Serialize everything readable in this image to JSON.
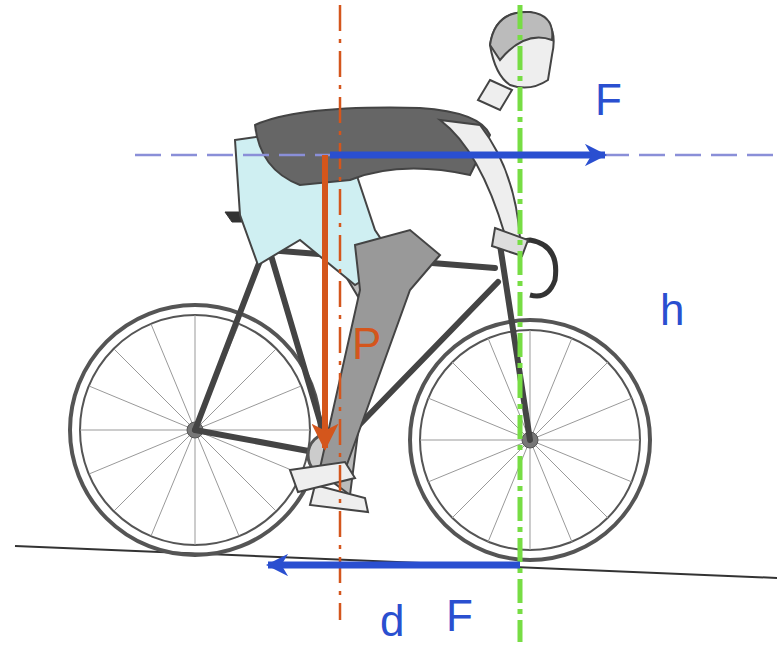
{
  "diagram": {
    "labels": [
      "F",
      "h",
      "P",
      "F",
      "d"
    ]
  }
}
